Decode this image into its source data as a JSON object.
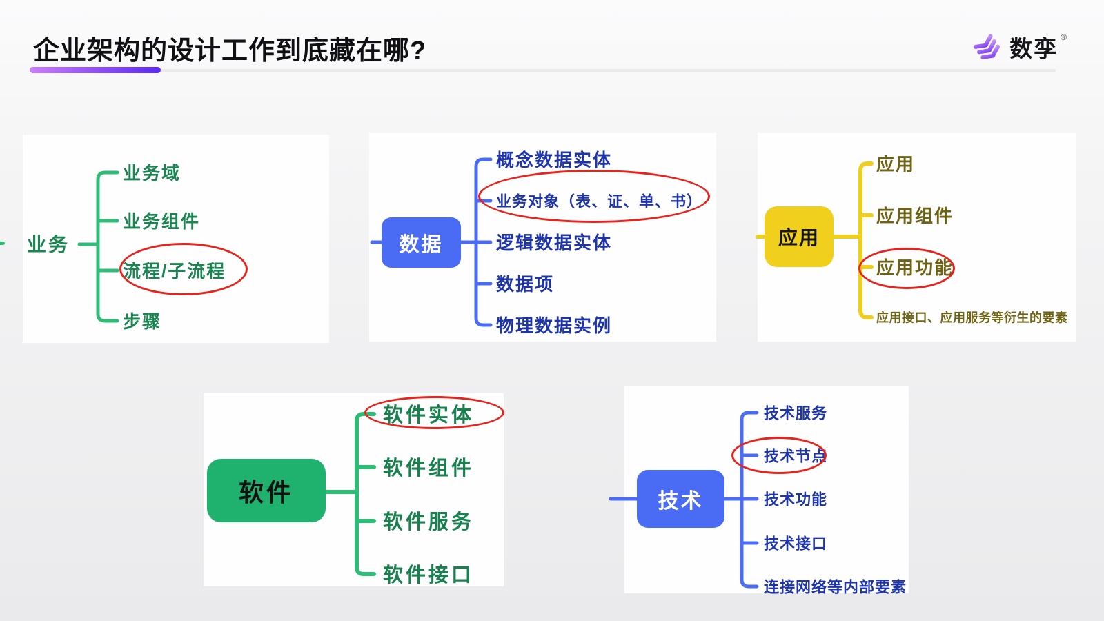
{
  "header": {
    "title": "企业架构的设计工作到底藏在哪?",
    "underline_gradient": [
      "#C87EF5",
      "#5B2BF0"
    ],
    "rule_color": "#E9E9E9",
    "brand": {
      "name": "数孪",
      "registered_mark": "®",
      "icon": "layers-stack-icon",
      "icon_gradient": [
        "#7A3BEE",
        "#C08BFA"
      ]
    }
  },
  "highlight_color": "#E7231C",
  "maps": [
    {
      "id": "business",
      "root": {
        "label": "业务",
        "style": "text",
        "color": "#1B8552"
      },
      "line_color": "#2EBD77",
      "text_color": "#1B8552",
      "branches": [
        {
          "label": "业务域",
          "circled": false
        },
        {
          "label": "业务组件",
          "circled": false
        },
        {
          "label": "流程/子流程",
          "circled": true
        },
        {
          "label": "步骤",
          "circled": false
        }
      ]
    },
    {
      "id": "data",
      "root": {
        "label": "数据",
        "style": "box",
        "box_color": "#4A6CF5",
        "text_color": "#FFFFFF"
      },
      "line_color": "#4A6CF5",
      "text_color": "#1E34AB",
      "branches": [
        {
          "label": "概念数据实体",
          "circled": false
        },
        {
          "label": "业务对象（表、证、单、书）",
          "circled": true
        },
        {
          "label": "逻辑数据实体",
          "circled": false
        },
        {
          "label": "数据项",
          "circled": false
        },
        {
          "label": "物理数据实例",
          "circled": false
        }
      ]
    },
    {
      "id": "application",
      "root": {
        "label": "应用",
        "style": "box",
        "box_color": "#F0D01D",
        "text_color": "#151515"
      },
      "line_color": "#F0CF1C",
      "text_color": "#6E6214",
      "branches": [
        {
          "label": "应用",
          "circled": false
        },
        {
          "label": "应用组件",
          "circled": false
        },
        {
          "label": "应用功能",
          "circled": true
        },
        {
          "label": "应用接口、应用服务等衍生的要素",
          "circled": false
        }
      ]
    },
    {
      "id": "software",
      "root": {
        "label": "软件",
        "style": "box",
        "box_color": "#1FB26E",
        "text_color": "#111111"
      },
      "line_color": "#2EBD77",
      "text_color": "#17824E",
      "branches": [
        {
          "label": "软件实体",
          "circled": true
        },
        {
          "label": "软件组件",
          "circled": false
        },
        {
          "label": "软件服务",
          "circled": false
        },
        {
          "label": "软件接口",
          "circled": false
        }
      ]
    },
    {
      "id": "technology",
      "root": {
        "label": "技术",
        "style": "box",
        "box_color": "#4A6CF5",
        "text_color": "#FFFFFF"
      },
      "line_color": "#4A6CF5",
      "text_color": "#1E34AB",
      "branches": [
        {
          "label": "技术服务",
          "circled": false
        },
        {
          "label": "技术节点",
          "circled": true
        },
        {
          "label": "技术功能",
          "circled": false
        },
        {
          "label": "技术接口",
          "circled": false
        },
        {
          "label": "连接网络等内部要素",
          "circled": false
        }
      ]
    }
  ]
}
